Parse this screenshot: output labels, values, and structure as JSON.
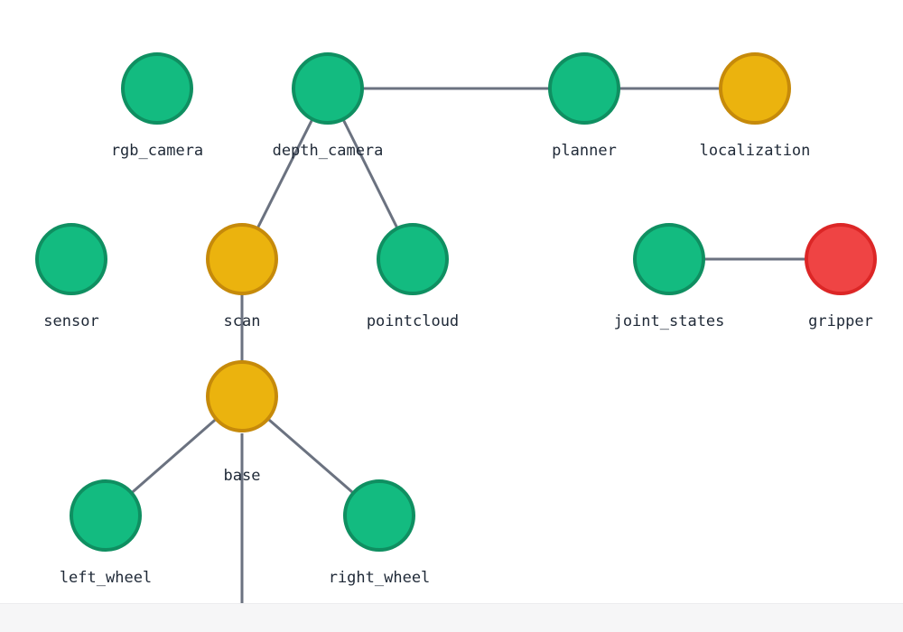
{
  "status_colors": {
    "ok": {
      "fill": "#13bb80",
      "stroke": "#0f8f61"
    },
    "warn": {
      "fill": "#ebb30e",
      "stroke": "#c68a0a"
    },
    "error": {
      "fill": "#ef4444",
      "stroke": "#dc2626"
    }
  },
  "edge_color": "#6b7280",
  "nodes": [
    {
      "id": "rgb_camera",
      "label": "rgb_camera",
      "status": "ok"
    },
    {
      "id": "depth_camera",
      "label": "depth_camera",
      "status": "ok"
    },
    {
      "id": "planner",
      "label": "planner",
      "status": "ok"
    },
    {
      "id": "localization",
      "label": "localization",
      "status": "warn"
    },
    {
      "id": "sensor",
      "label": "sensor",
      "status": "ok"
    },
    {
      "id": "scan",
      "label": "scan",
      "status": "warn"
    },
    {
      "id": "pointcloud",
      "label": "pointcloud",
      "status": "ok"
    },
    {
      "id": "joint_states",
      "label": "joint_states",
      "status": "ok"
    },
    {
      "id": "gripper",
      "label": "gripper",
      "status": "error"
    },
    {
      "id": "base",
      "label": "base",
      "status": "warn"
    },
    {
      "id": "left_wheel",
      "label": "left_wheel",
      "status": "ok"
    },
    {
      "id": "right_wheel",
      "label": "right_wheel",
      "status": "ok"
    }
  ],
  "edges": [
    {
      "from": "depth_camera",
      "to": "planner"
    },
    {
      "from": "planner",
      "to": "localization"
    },
    {
      "from": "depth_camera",
      "to": "scan"
    },
    {
      "from": "depth_camera",
      "to": "pointcloud"
    },
    {
      "from": "joint_states",
      "to": "gripper"
    },
    {
      "from": "scan",
      "to": "base"
    },
    {
      "from": "base",
      "to": "left_wheel"
    },
    {
      "from": "base",
      "to": "right_wheel"
    }
  ]
}
